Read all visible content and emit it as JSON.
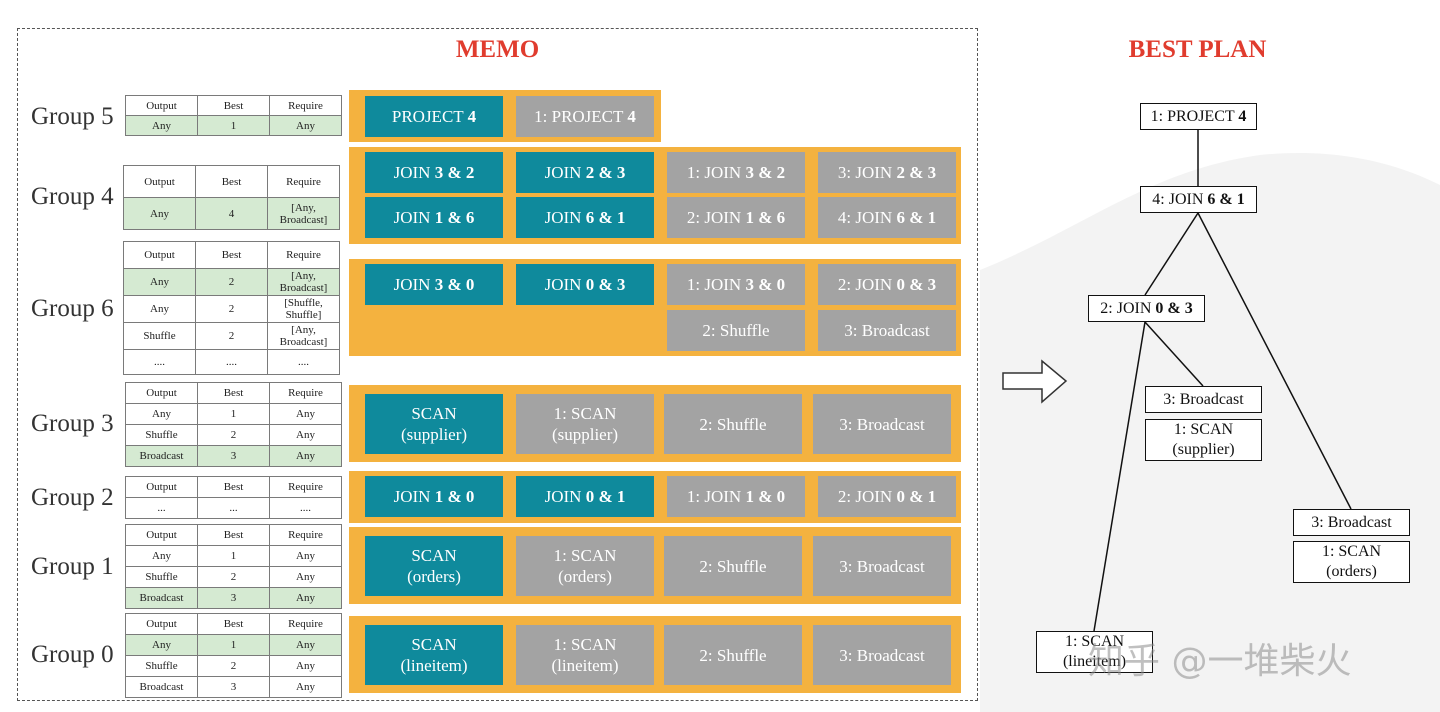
{
  "memo_title": "MEMO",
  "plan_title": "BEST PLAN",
  "table_header": [
    "Output",
    "Best",
    "Require"
  ],
  "groups": [
    {
      "label": "Group 5",
      "rows": [
        [
          "Any",
          "1",
          "Any"
        ]
      ],
      "hl": [
        true
      ]
    },
    {
      "label": "Group 4",
      "rows": [
        [
          "Any",
          "4",
          "[Any,\nBroadcast]"
        ]
      ],
      "hl": [
        true
      ]
    },
    {
      "label": "Group 6",
      "rows": [
        [
          "Any",
          "2",
          "[Any,\nBroadcast]"
        ],
        [
          "Any",
          "2",
          "[Shuffle,\nShuffle]"
        ],
        [
          "Shuffle",
          "2",
          "[Any,\nBroadcast]"
        ],
        [
          "....",
          "....",
          "...."
        ]
      ],
      "hl": [
        true,
        false,
        false,
        false
      ]
    },
    {
      "label": "Group 3",
      "rows": [
        [
          "Any",
          "1",
          "Any"
        ],
        [
          "Shuffle",
          "2",
          "Any"
        ],
        [
          "Broadcast",
          "3",
          "Any"
        ]
      ],
      "hl": [
        false,
        false,
        true
      ]
    },
    {
      "label": "Group 2",
      "rows": [
        [
          "...",
          "...",
          "...."
        ]
      ],
      "hl": [
        false
      ]
    },
    {
      "label": "Group 1",
      "rows": [
        [
          "Any",
          "1",
          "Any"
        ],
        [
          "Shuffle",
          "2",
          "Any"
        ],
        [
          "Broadcast",
          "3",
          "Any"
        ]
      ],
      "hl": [
        false,
        false,
        true
      ]
    },
    {
      "label": "Group 0",
      "rows": [
        [
          "Any",
          "1",
          "Any"
        ],
        [
          "Shuffle",
          "2",
          "Any"
        ],
        [
          "Broadcast",
          "3",
          "Any"
        ]
      ],
      "hl": [
        true,
        false,
        false
      ]
    }
  ],
  "memo_boxes": [
    {
      "text": "PROJECT ",
      "bold": "4",
      "color": "teal"
    },
    {
      "text": "1: PROJECT ",
      "bold": "4",
      "color": "gray"
    },
    {
      "text": "JOIN ",
      "bold": "3 & 2",
      "color": "teal"
    },
    {
      "text": "JOIN ",
      "bold": "2 & 3",
      "color": "teal"
    },
    {
      "text": "1: JOIN ",
      "bold": "3 & 2",
      "color": "gray"
    },
    {
      "text": "3: JOIN ",
      "bold": "2 & 3",
      "color": "gray"
    },
    {
      "text": "JOIN ",
      "bold": "1 & 6",
      "color": "teal"
    },
    {
      "text": "JOIN ",
      "bold": "6 & 1",
      "color": "teal"
    },
    {
      "text": "2: JOIN ",
      "bold": "1 & 6",
      "color": "gray"
    },
    {
      "text": "4: JOIN ",
      "bold": "6 & 1",
      "color": "gray"
    },
    {
      "text": "JOIN ",
      "bold": "3 & 0",
      "color": "teal"
    },
    {
      "text": "JOIN ",
      "bold": "0 & 3",
      "color": "teal"
    },
    {
      "text": "1: JOIN ",
      "bold": "3 & 0",
      "color": "gray"
    },
    {
      "text": "2: JOIN ",
      "bold": "0 & 3",
      "color": "gray"
    },
    {
      "text": "2: Shuffle",
      "bold": "",
      "color": "gray"
    },
    {
      "text": "3: Broadcast",
      "bold": "",
      "color": "gray"
    },
    {
      "text": "SCAN\n(supplier)",
      "bold": "",
      "color": "teal"
    },
    {
      "text": "1: SCAN\n(supplier)",
      "bold": "",
      "color": "gray"
    },
    {
      "text": "2: Shuffle",
      "bold": "",
      "color": "gray"
    },
    {
      "text": "3: Broadcast",
      "bold": "",
      "color": "gray"
    },
    {
      "text": "JOIN ",
      "bold": "1 & 0",
      "color": "teal"
    },
    {
      "text": "JOIN ",
      "bold": "0 & 1",
      "color": "teal"
    },
    {
      "text": "1: JOIN ",
      "bold": "1 & 0",
      "color": "gray"
    },
    {
      "text": "2: JOIN ",
      "bold": "0 & 1",
      "color": "gray"
    },
    {
      "text": "SCAN\n(orders)",
      "bold": "",
      "color": "teal"
    },
    {
      "text": "1: SCAN\n(orders)",
      "bold": "",
      "color": "gray"
    },
    {
      "text": "2: Shuffle",
      "bold": "",
      "color": "gray"
    },
    {
      "text": "3: Broadcast",
      "bold": "",
      "color": "gray"
    },
    {
      "text": "SCAN\n(lineitem)",
      "bold": "",
      "color": "teal"
    },
    {
      "text": "1: SCAN\n(lineitem)",
      "bold": "",
      "color": "gray"
    },
    {
      "text": "2: Shuffle",
      "bold": "",
      "color": "gray"
    },
    {
      "text": "3: Broadcast",
      "bold": "",
      "color": "gray"
    }
  ],
  "plan_nodes": [
    {
      "text": "1: PROJECT ",
      "bold": "4"
    },
    {
      "text": "4: JOIN ",
      "bold": "6 & 1"
    },
    {
      "text": "2: JOIN ",
      "bold": "0 & 3"
    },
    {
      "text": "3: Broadcast",
      "bold": ""
    },
    {
      "text": "1: SCAN\n(supplier)",
      "bold": ""
    },
    {
      "text": "3: Broadcast",
      "bold": ""
    },
    {
      "text": "1: SCAN\n(orders)",
      "bold": ""
    },
    {
      "text": "1: SCAN\n(lineitem)",
      "bold": ""
    }
  ],
  "watermark": "知乎 @一堆柴火",
  "colors": {
    "teal": "#0f8a9c",
    "gray": "#a3a3a3",
    "band": "#f4b23f",
    "highlight": "#d5ead2",
    "title": "#e03c2e"
  }
}
